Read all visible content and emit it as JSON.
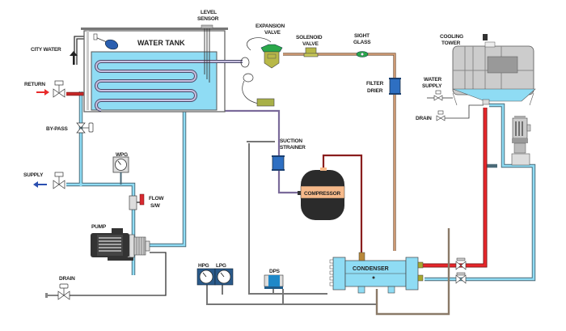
{
  "diagram": {
    "title": "Water-cooled chiller system schematic",
    "colors": {
      "water_pipe": "#7dd4e8",
      "hot_pipe": "#e8262a",
      "refrigerant_liquid": "#b8886a",
      "suction_line": "#8a7ab0",
      "gauge_line": "#888888",
      "tank_water": "#8fdcf4",
      "coil": "#9a8ab8",
      "compressor_body": "#2b2b2b",
      "compressor_band": "#f6b98a",
      "condenser": "#8fdcf4",
      "filter_blue": "#2e6fc2",
      "valve_green": "#2aa84a",
      "expansion_valve_body": "#b8b848"
    },
    "labels": {
      "city_water": "CITY WATER",
      "water_tank": "WATER TANK",
      "level_sensor_1": "LEVEL",
      "level_sensor_2": "SENSOR",
      "expansion_valve_1": "EXPANSION",
      "expansion_valve_2": "VALVE",
      "solenoid_valve_1": "SOLENOID",
      "solenoid_valve_2": "VALVE",
      "sight_glass_1": "SIGHT",
      "sight_glass_2": "GLASS",
      "filter_drier_1": "FILTER",
      "filter_drier_2": "DRIER",
      "cooling_tower_1": "COOLING",
      "cooling_tower_2": "TOWER",
      "water_supply_1": "WATER",
      "water_supply_2": "SUPPLY",
      "drain_tower": "DRAIN",
      "return": "RETURN",
      "bypass": "BY-PASS",
      "supply": "SUPPLY",
      "wpg": "WPG",
      "flow_sw_1": "FLOW",
      "flow_sw_2": "S/W",
      "pump": "PUMP",
      "drain": "DRAIN",
      "suction_strainer_1": "SUCTION",
      "suction_strainer_2": "STRAINER",
      "compressor": "COMPRESSOR",
      "hpg": "HPG",
      "lpg": "LPG",
      "dps": "DPS",
      "condenser": "CONDENSER"
    }
  }
}
